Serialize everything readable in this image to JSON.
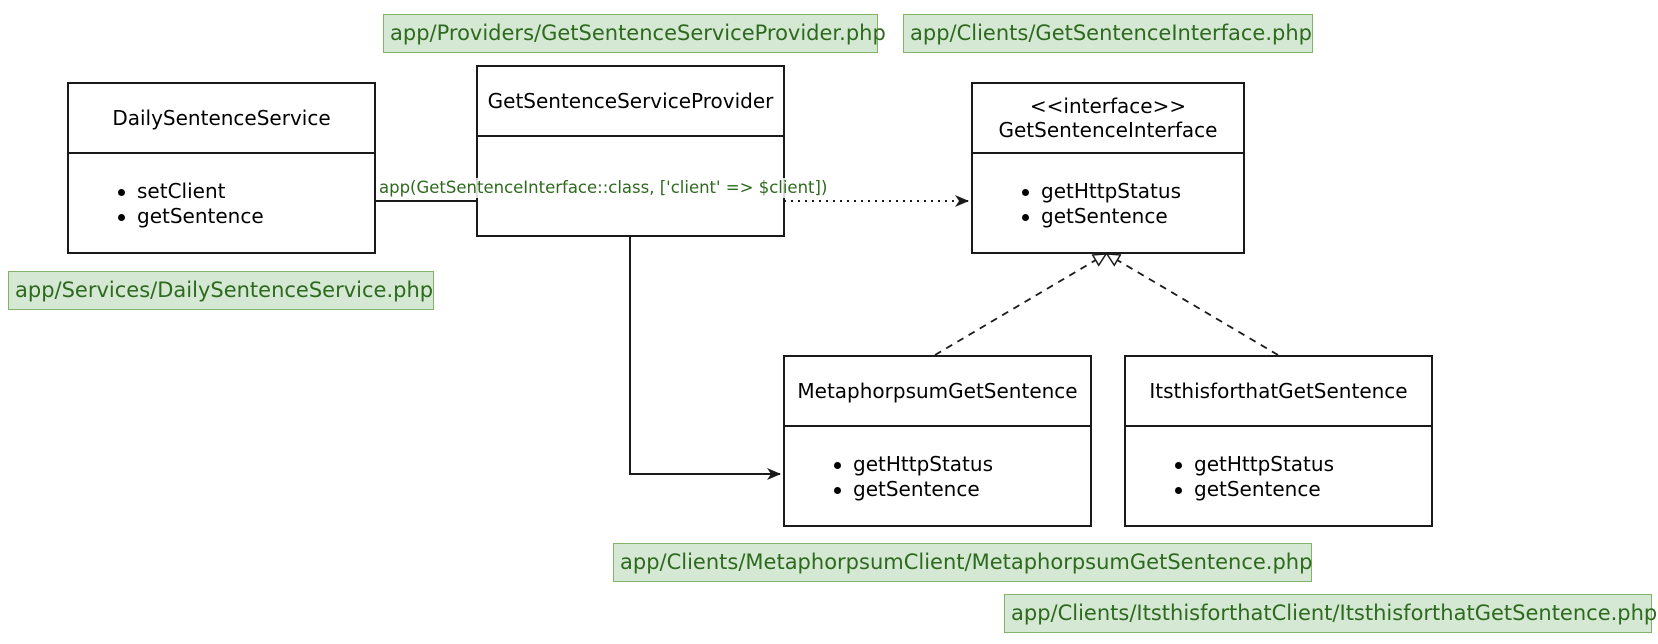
{
  "classes": {
    "daily_sentence_service": {
      "title": "DailySentenceService",
      "methods": [
        "setClient",
        "getSentence"
      ]
    },
    "get_sentence_service_provider": {
      "title": "GetSentenceServiceProvider",
      "methods": []
    },
    "get_sentence_interface": {
      "stereotype": "<<interface>>",
      "title": "GetSentenceInterface",
      "methods": [
        "getHttpStatus",
        "getSentence"
      ]
    },
    "metaphorpsum_get_sentence": {
      "title": "MetaphorpsumGetSentence",
      "methods": [
        "getHttpStatus",
        "getSentence"
      ]
    },
    "itsthisforthat_get_sentence": {
      "title": "ItsthisforthatGetSentence",
      "methods": [
        "getHttpStatus",
        "getSentence"
      ]
    }
  },
  "file_paths": {
    "provider": "app/Providers/GetSentenceServiceProvider.php",
    "interface": "app/Clients/GetSentenceInterface.php",
    "service": "app/Services/DailySentenceService.php",
    "metaphorpsum": "app/Clients/MetaphorpsumClient/MetaphorpsumGetSentence.php",
    "itsthisforthat": "app/Clients/ItsthisforthatClient/ItsthisforthatGetSentence.php"
  },
  "edges": {
    "binding_label": "app(GetSentenceInterface::class, ['client' => $client])"
  },
  "colors": {
    "note_fill": "#d5e8d4",
    "note_border": "#82b366",
    "note_text": "#2d6a1e",
    "line": "#1a1a1a"
  }
}
